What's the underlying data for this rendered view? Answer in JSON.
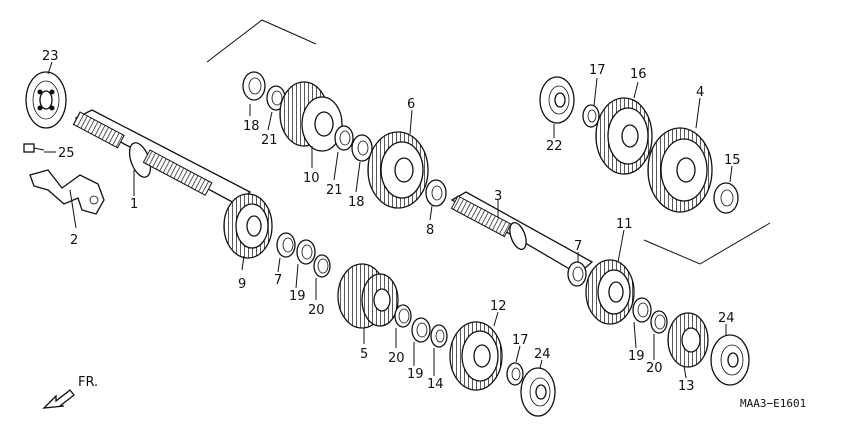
{
  "labels": {
    "p1": "1",
    "p2": "2",
    "p3": "3",
    "p4": "4",
    "p5": "5",
    "p6": "6",
    "p7a": "7",
    "p7b": "7",
    "p8": "8",
    "p9": "9",
    "p10": "10",
    "p11": "11",
    "p12": "12",
    "p13": "13",
    "p14": "14",
    "p15": "15",
    "p16": "16",
    "p17a": "17",
    "p17b": "17",
    "p18a": "18",
    "p18b": "18",
    "p19a": "19",
    "p19b": "19",
    "p19c": "19",
    "p20a": "20",
    "p20b": "20",
    "p20c": "20",
    "p21a": "21",
    "p21b": "21",
    "p22": "22",
    "p23": "23",
    "p24a": "24",
    "p24b": "24",
    "p25": "25"
  },
  "front_marker": "FR.",
  "diagram_code": "MAA3−E1601"
}
